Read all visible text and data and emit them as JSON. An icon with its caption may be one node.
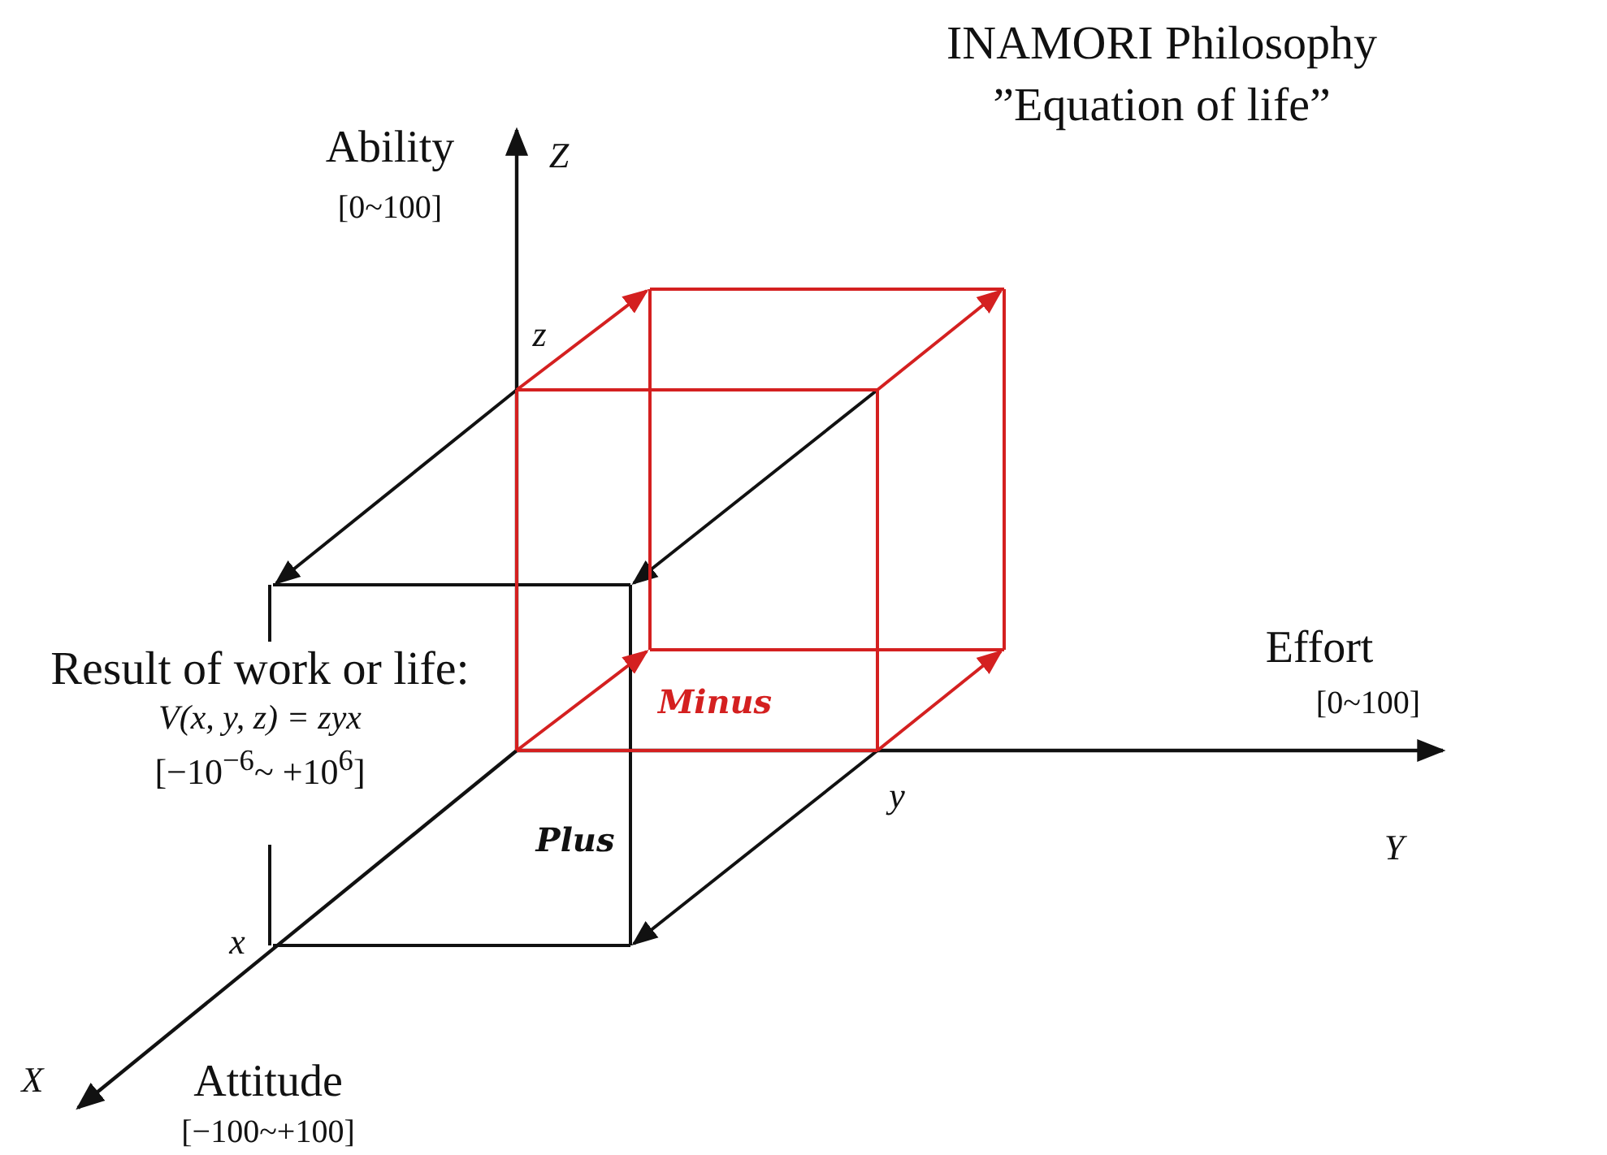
{
  "diagram": {
    "title": "INAMORI Philosophy",
    "labels": [
      "”Equation of life”",
      "Ability",
      "[0~100]",
      "Z",
      "z",
      "Result of work or life:",
      "V(x, y, z) = zyx",
      "[−10$^{−6}$~ +10$^{6}$]",
      "Effort",
      "[0~100]",
      "Minus",
      "y",
      "Y",
      "Plus",
      "x",
      "X",
      "Attitude",
      "[−100~+100]"
    ]
  }
}
